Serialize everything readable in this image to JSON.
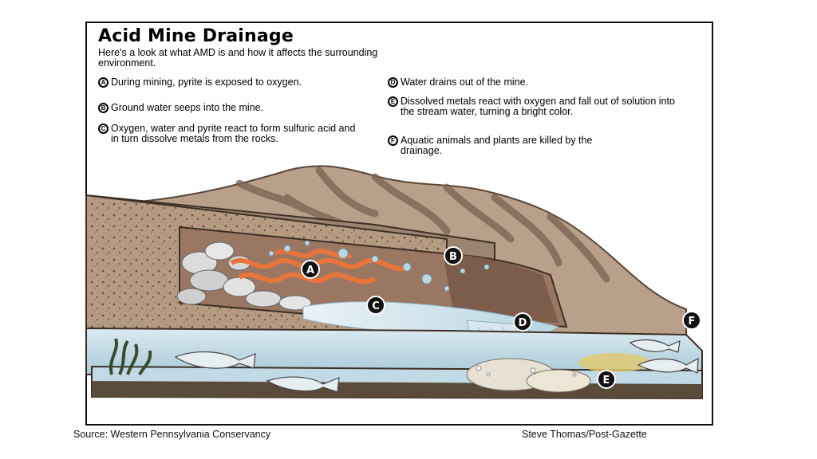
{
  "title": "Acid Mine Drainage",
  "subtitle": "Here's a look at what AMD is and how it affects the surrounding environment.",
  "steps": [
    {
      "letter": "A",
      "text": "During mining, pyrite is exposed to oxygen."
    },
    {
      "letter": "B",
      "text": "Ground water seeps into the mine."
    },
    {
      "letter": "C",
      "text": "Oxygen, water and pyrite react to form sulfuric acid and in turn dissolve metals from the rocks."
    },
    {
      "letter": "D",
      "text": "Water drains out of the mine."
    },
    {
      "letter": "E",
      "text": "Dissolved metals react with oxygen and fall out of solution into the stream water, turning a bright color."
    },
    {
      "letter": "F",
      "text": "Aquatic animals and plants are killed by the drainage."
    }
  ],
  "source": "Source: Western Pennsylvania Conservancy",
  "credit": "Steve Thomas/Post-Gazette",
  "colors": {
    "rock": "#b49a80",
    "rock_dark": "#7a6350",
    "tunnel": "#9a7763",
    "water": "#cfe3ec",
    "water_dark": "#9fc4d4",
    "pyrite": "#e8743b",
    "stream_bed": "#5a4a3a",
    "metal_stain": "#e2c96a"
  }
}
